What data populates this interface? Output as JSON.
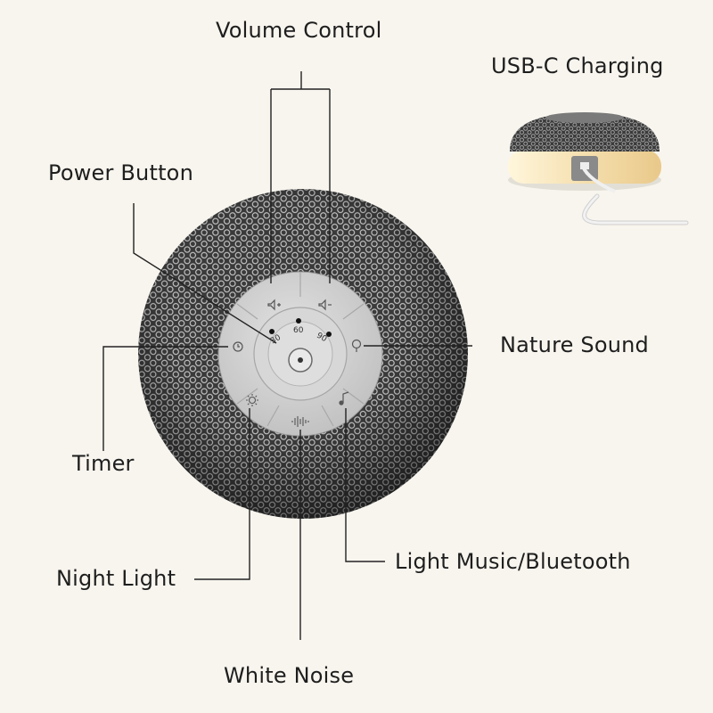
{
  "labels": {
    "volume_control": "Volume Control",
    "usb_c_charging": "USB-C Charging",
    "power_button": "Power Button",
    "nature_sound": "Nature Sound",
    "timer": "Timer",
    "night_light": "Night Light",
    "light_music_bluetooth": "Light Music/Bluetooth",
    "white_noise": "White Noise"
  },
  "timer_marks": [
    "30",
    "60",
    "90"
  ],
  "colors": {
    "background": "#f8f5ee",
    "speaker_mesh": "#3c3c3c",
    "control_panel": "#cfcfcf",
    "leader_line": "#222222",
    "night_light_glow": "#f6e3b4"
  },
  "icons": [
    "volume-up-icon",
    "volume-down-icon",
    "timer-icon",
    "nature-sound-icon",
    "night-light-icon",
    "white-noise-icon",
    "music-note-icon",
    "power-icon"
  ]
}
